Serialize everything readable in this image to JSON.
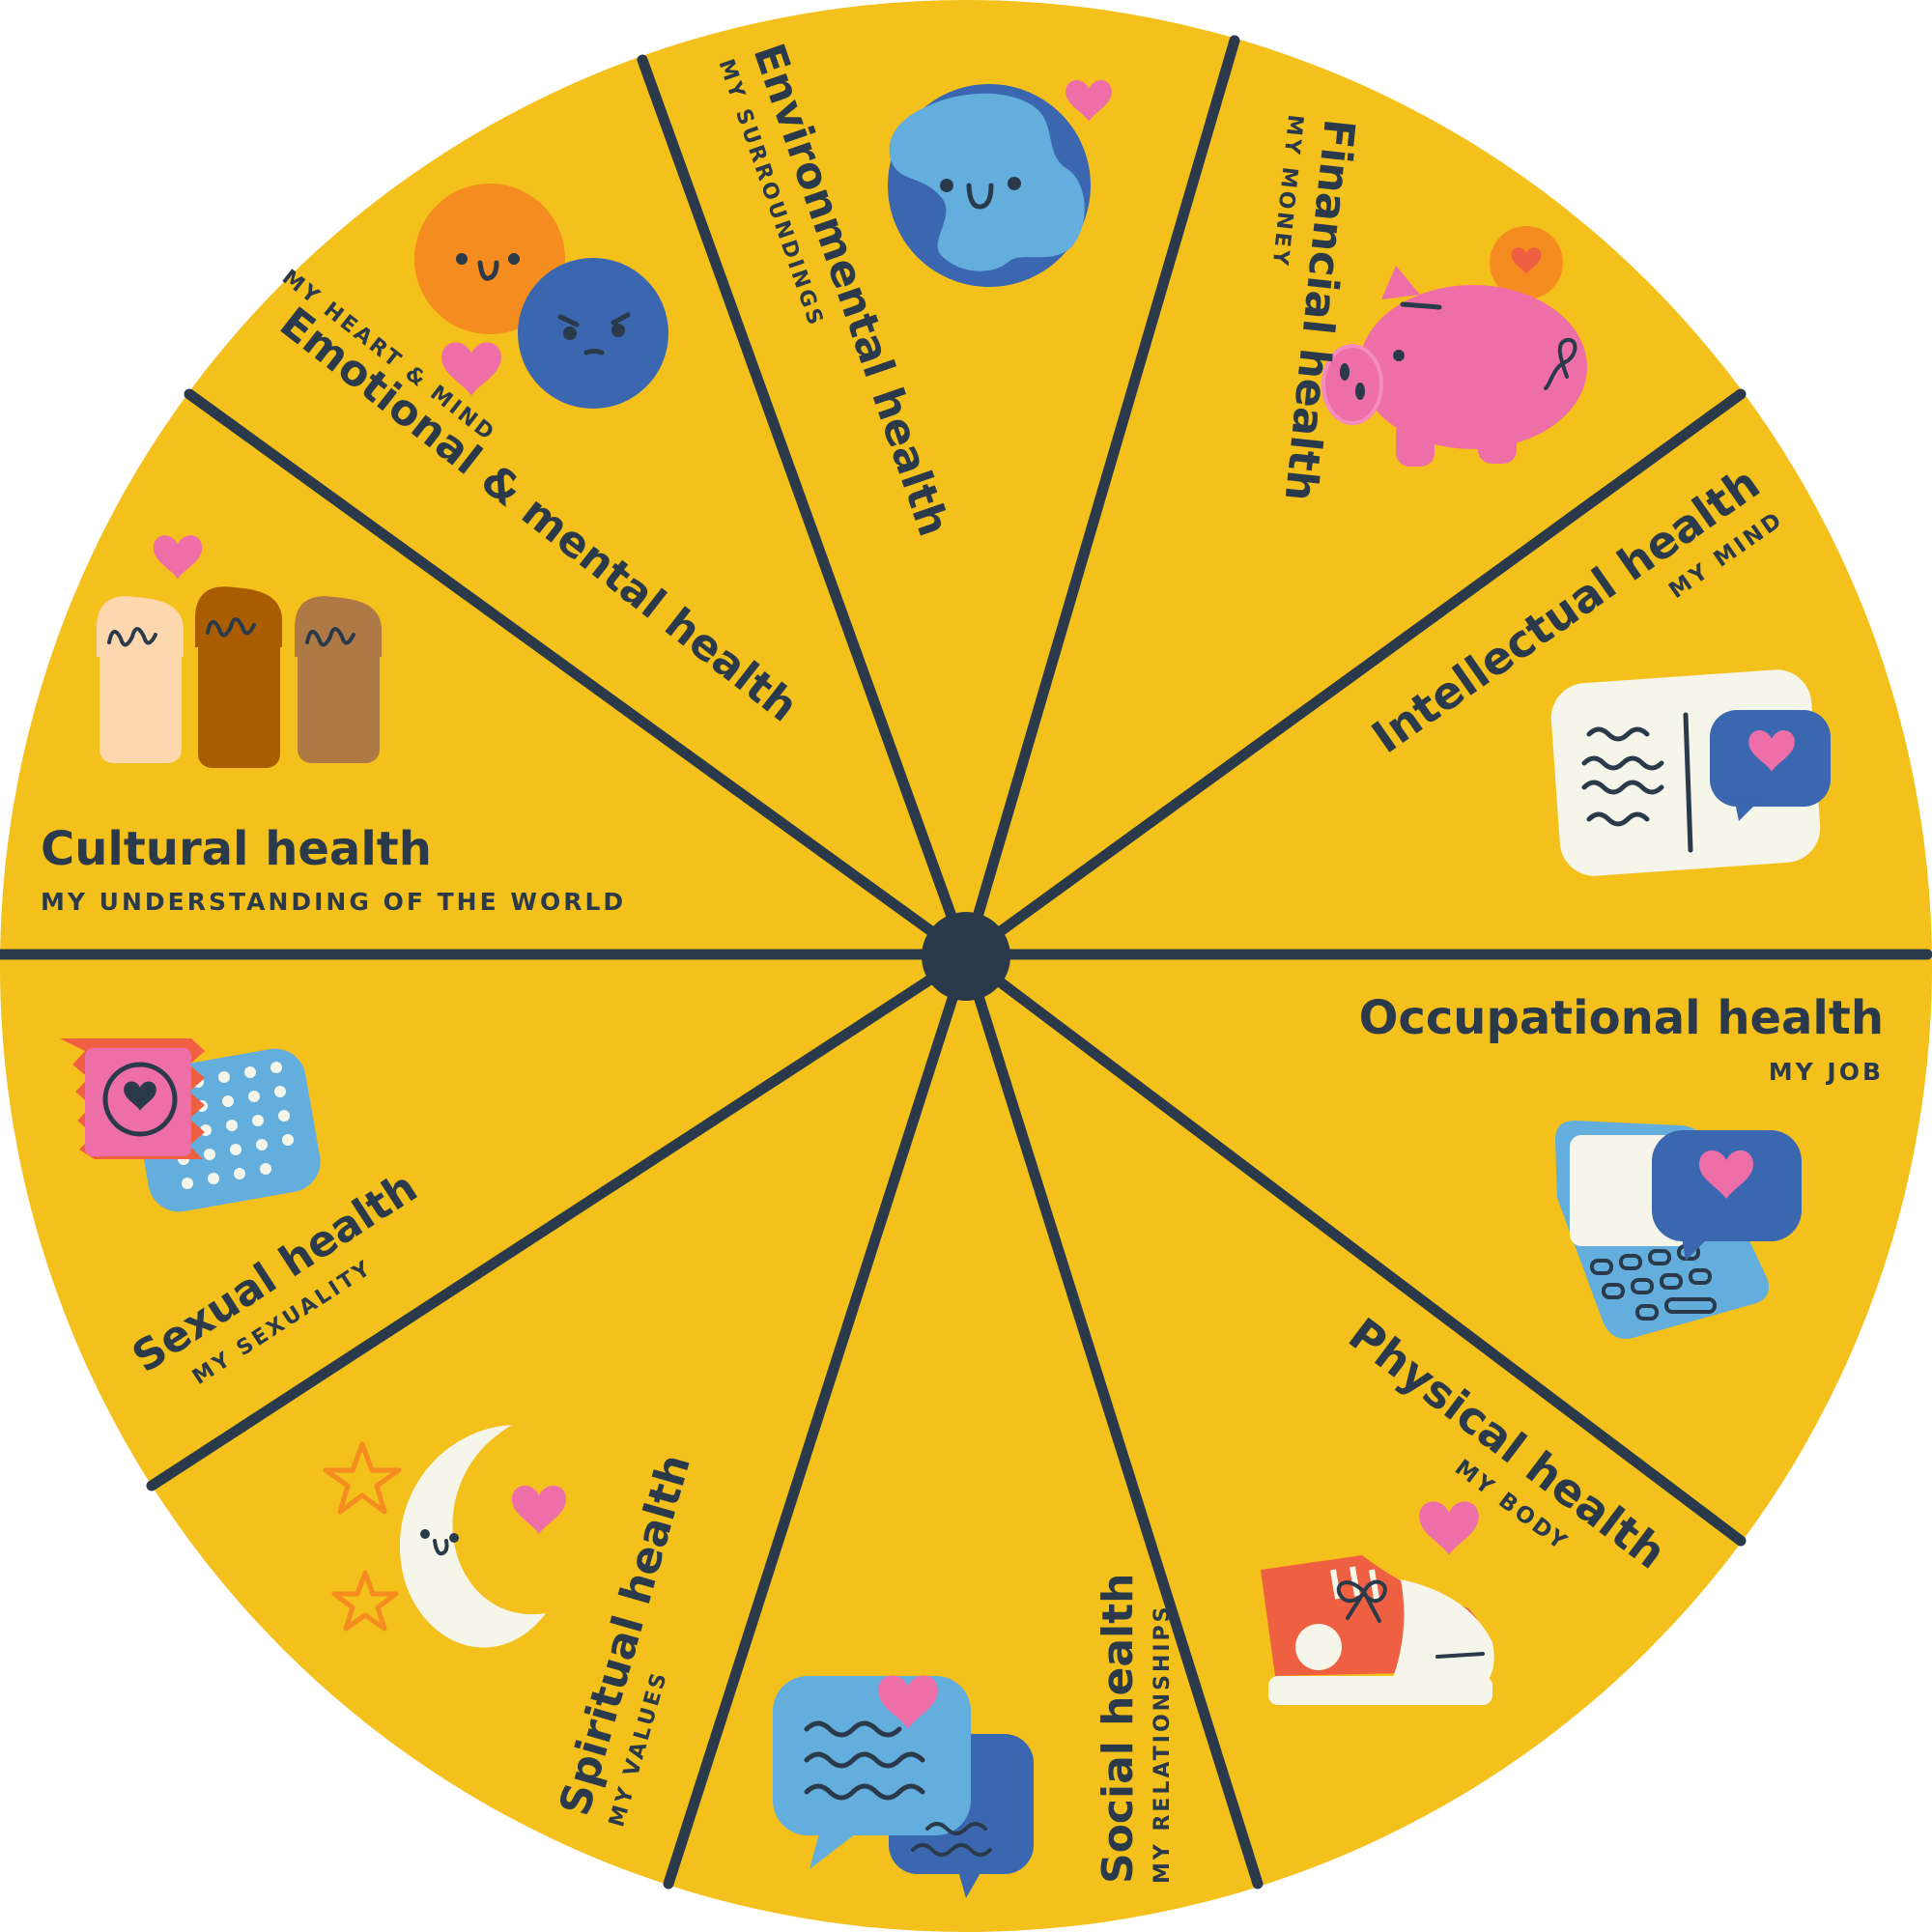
{
  "colors": {
    "wheel_fill": "#F4C01C",
    "line": "#2A3A4A",
    "text": "#2A3A4A",
    "pink": "#EE6FA8",
    "orange": "#F48C20",
    "blue_dark": "#3A67B0",
    "blue_light": "#63AEDC",
    "cream": "#F5F5EA",
    "red": "#EE6041"
  },
  "segments": [
    {
      "id": "environmental",
      "title": "Environmental health",
      "subtitle": "MY SURROUNDINGS",
      "icon": "earth-icon"
    },
    {
      "id": "financial",
      "title": "Financial health",
      "subtitle": "MY MONEY",
      "icon": "piggy-bank-icon"
    },
    {
      "id": "intellectual",
      "title": "Intellectual health",
      "subtitle": "MY MIND",
      "icon": "book-icon"
    },
    {
      "id": "occupational",
      "title": "Occupational health",
      "subtitle": "MY JOB",
      "icon": "laptop-icon"
    },
    {
      "id": "physical",
      "title": "Physical health",
      "subtitle": "MY BODY",
      "icon": "sneaker-icon"
    },
    {
      "id": "social",
      "title": "Social health",
      "subtitle": "MY RELATIONSHIPS",
      "icon": "chat-bubbles-icon"
    },
    {
      "id": "spiritual",
      "title": "Spiritual health",
      "subtitle": "MY VALUES",
      "icon": "moon-stars-icon"
    },
    {
      "id": "sexual",
      "title": "Sexual health",
      "subtitle": "MY SEXUALITY",
      "icon": "condom-pills-icon"
    },
    {
      "id": "cultural",
      "title": "Cultural health",
      "subtitle": "MY UNDERSTANDING OF THE WORLD",
      "icon": "raised-fists-icon"
    },
    {
      "id": "emotional",
      "title": "Emotional & mental health",
      "subtitle": "MY HEART & MIND",
      "icon": "faces-icon"
    }
  ]
}
